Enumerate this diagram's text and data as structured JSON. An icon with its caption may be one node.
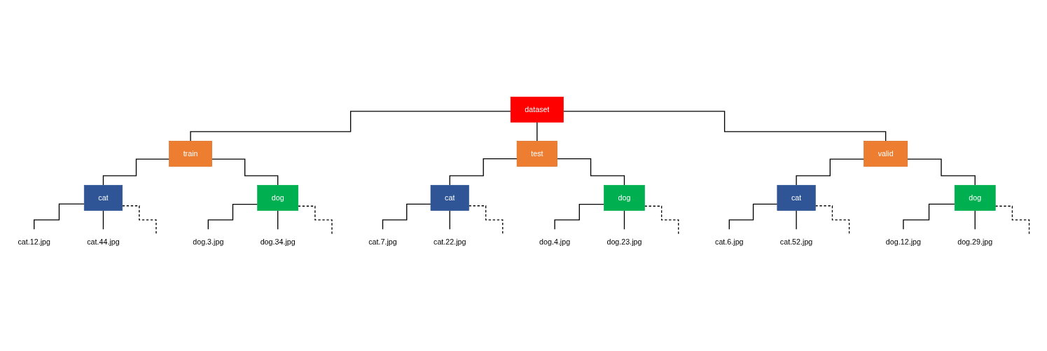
{
  "diagram": {
    "nodes": [
      {
        "text": [
          "dataset"
        ]
      },
      {
        "text": [
          "train"
        ]
      },
      {
        "text": [
          "test"
        ]
      },
      {
        "text": [
          "valid"
        ]
      },
      {
        "text": [
          "cat"
        ]
      },
      {
        "text": [
          "dog"
        ]
      },
      {
        "text": [
          "cat"
        ]
      },
      {
        "text": [
          "dog"
        ]
      },
      {
        "text": [
          "cat"
        ]
      },
      {
        "text": [
          "dog"
        ]
      },
      {
        "text": [
          "cat.12.jpg"
        ]
      },
      {
        "text": [
          "cat.44.jpg"
        ]
      },
      {
        "text": [
          "dog.3.jpg"
        ]
      },
      {
        "text": [
          "dog.34.jpg"
        ]
      },
      {
        "text": [
          "cat.7.jpg"
        ]
      },
      {
        "text": [
          "cat.22.jpg"
        ]
      },
      {
        "text": [
          "dog.4.jpg"
        ]
      },
      {
        "text": [
          "dog.23.jpg"
        ]
      },
      {
        "text": [
          "cat.6.jpg"
        ]
      },
      {
        "text": [
          "cat.52.jpg"
        ]
      },
      {
        "text": [
          "dog.12.jpg"
        ]
      },
      {
        "text": [
          "dog.29.jpg"
        ]
      }
    ],
    "edges": [
      {
        "from": 0,
        "to": 1,
        "arrow": "none"
      },
      {
        "from": 0,
        "to": 2,
        "arrow": "none"
      },
      {
        "from": 0,
        "to": 3,
        "arrow": "none"
      },
      {
        "from": 1,
        "to": 4,
        "arrow": "none"
      },
      {
        "from": 1,
        "to": 5,
        "arrow": "none"
      },
      {
        "from": 2,
        "to": 6,
        "arrow": "none"
      },
      {
        "from": 2,
        "to": 7,
        "arrow": "none"
      },
      {
        "from": 3,
        "to": 8,
        "arrow": "none"
      },
      {
        "from": 3,
        "to": 9,
        "arrow": "none"
      },
      {
        "from": 4,
        "to": 10,
        "arrow": "none"
      },
      {
        "from": 4,
        "to": 11,
        "arrow": "none"
      },
      {
        "from": 5,
        "to": 12,
        "arrow": "none"
      },
      {
        "from": 5,
        "to": 13,
        "arrow": "none"
      },
      {
        "from": 6,
        "to": 14,
        "arrow": "none"
      },
      {
        "from": 6,
        "to": 15,
        "arrow": "none"
      },
      {
        "from": 7,
        "to": 16,
        "arrow": "none"
      },
      {
        "from": 7,
        "to": 17,
        "arrow": "none"
      },
      {
        "from": 8,
        "to": 18,
        "arrow": "none"
      },
      {
        "from": 8,
        "to": 19,
        "arrow": "none"
      },
      {
        "from": 9,
        "to": 20,
        "arrow": "none"
      },
      {
        "from": 9,
        "to": 21,
        "arrow": "none"
      },
      {
        "from": 4,
        "to": null,
        "arrow": "none",
        "style": "dashed"
      },
      {
        "from": 5,
        "to": null,
        "arrow": "none",
        "style": "dashed"
      },
      {
        "from": 6,
        "to": null,
        "arrow": "none",
        "style": "dashed"
      },
      {
        "from": 7,
        "to": null,
        "arrow": "none",
        "style": "dashed"
      },
      {
        "from": 8,
        "to": null,
        "arrow": "none",
        "style": "dashed"
      },
      {
        "from": 9,
        "to": null,
        "arrow": "none",
        "style": "dashed"
      }
    ]
  }
}
